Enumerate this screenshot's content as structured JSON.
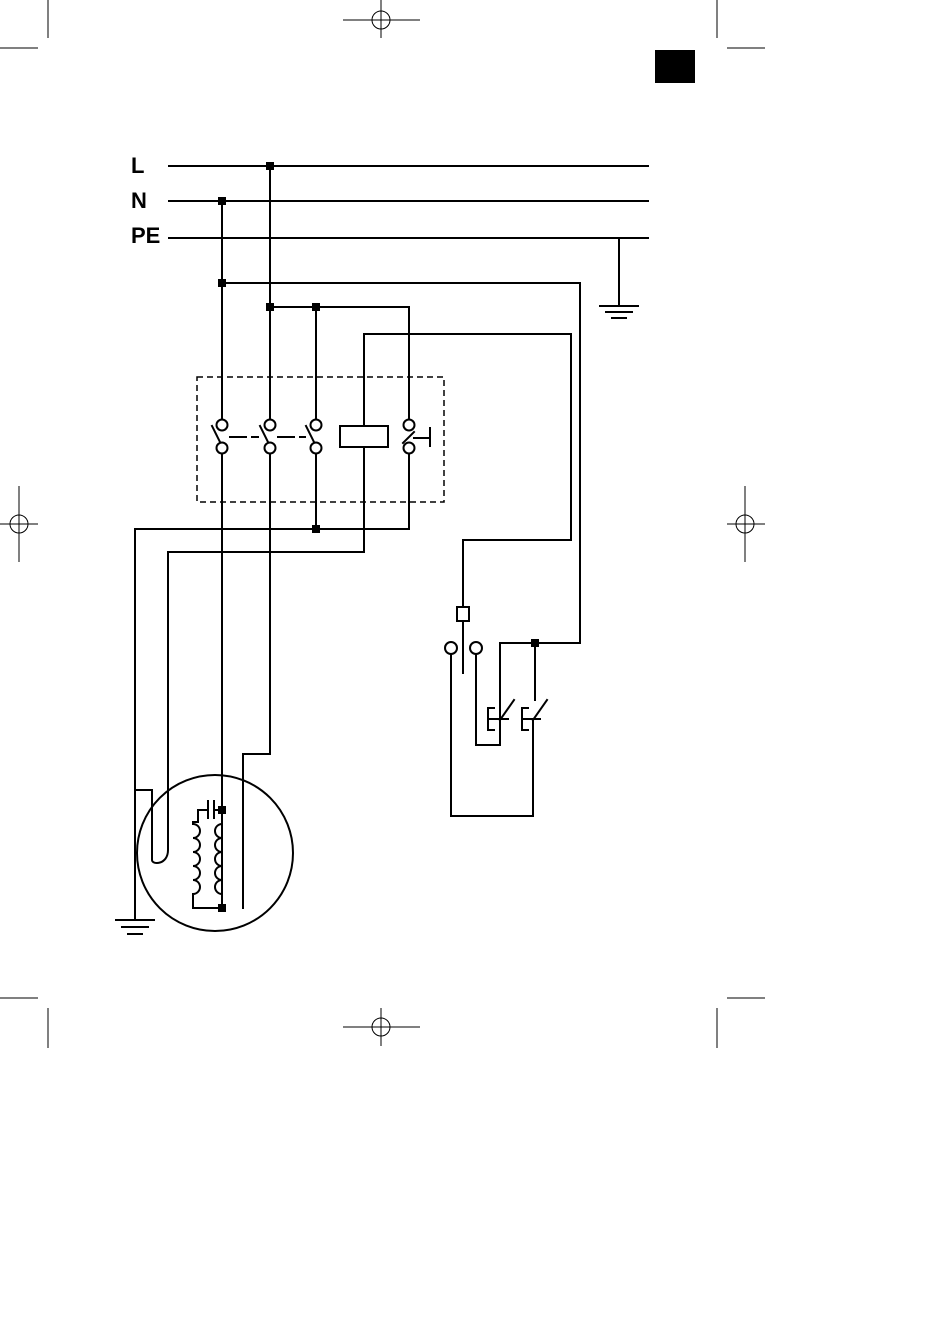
{
  "labels": {
    "line": "L",
    "neutral": "N",
    "protective_earth": "PE"
  },
  "colors": {
    "ink": "#000000",
    "paper": "#ffffff"
  }
}
